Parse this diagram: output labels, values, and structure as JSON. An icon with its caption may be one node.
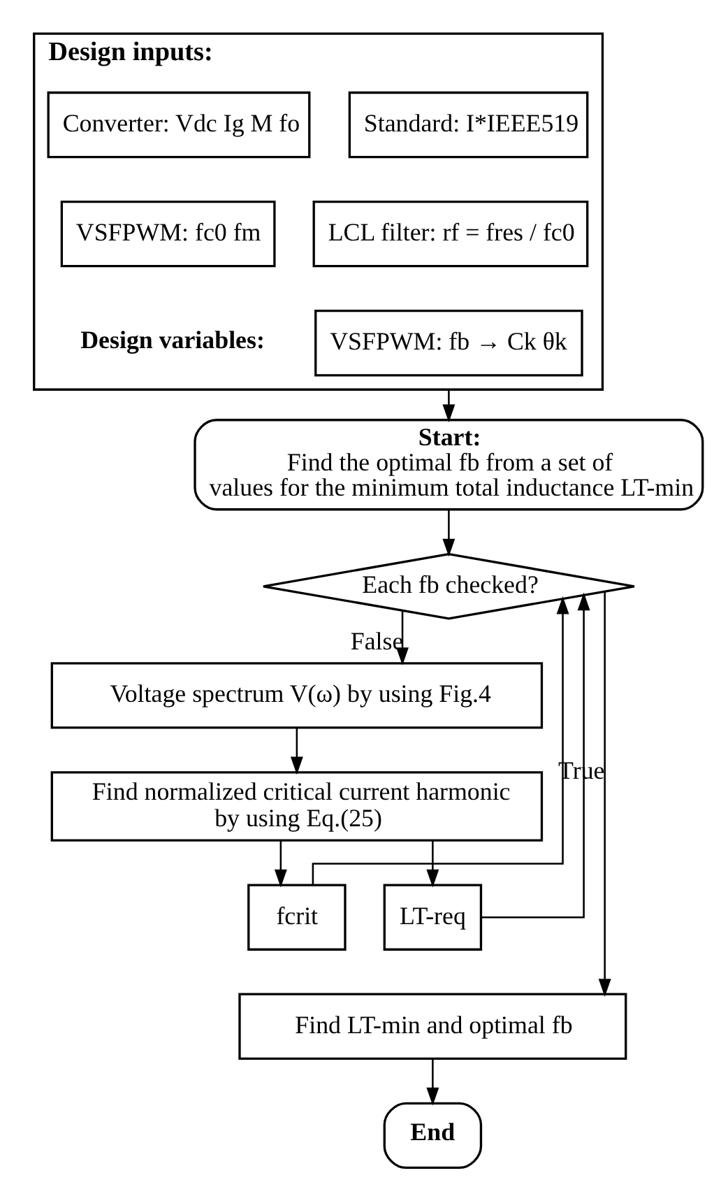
{
  "diagram": {
    "nodes": [
      {
        "text": [
          "Design inputs:"
        ]
      },
      {
        "text": [
          "Converter: Vdc Ig M fo"
        ],
        "in": 0
      },
      {
        "text": [
          "Standard: I*IEEE519"
        ],
        "in": 0
      },
      {
        "text": [
          "VSFPWM: fc0 fm"
        ],
        "in": 0
      },
      {
        "text": [
          "LCL filter: rf = fres / fc0"
        ],
        "in": 0
      },
      {
        "text": [
          "VSFPWM: fb → Ck θk"
        ],
        "in": 0
      },
      {
        "text": [
          "Start:",
          "Find the optimal fb from a set of values for the minimum total inductance LT-min"
        ]
      },
      {
        "text": [
          "Each fb checked?"
        ]
      },
      {
        "text": [
          "Voltage spectrum V(ω) by using Fig.4"
        ]
      },
      {
        "text": [
          "Find normalized critical current harmonic by using Eq.(25)"
        ]
      },
      {
        "text": [
          "fcrit"
        ]
      },
      {
        "text": [
          "LT-req"
        ]
      },
      {
        "text": [
          "Find LT-min and optimal fb"
        ]
      },
      {
        "text": [
          "End"
        ]
      }
    ],
    "edges": [
      {
        "from": 0,
        "to": 6,
        "arrow": "to"
      },
      {
        "from": 6,
        "to": 7,
        "arrow": "to"
      },
      {
        "from": 7,
        "to": 8,
        "arrow": "to",
        "label": "False"
      },
      {
        "from": 7,
        "to": 12,
        "arrow": "to",
        "label": "True"
      },
      {
        "from": 8,
        "to": 9,
        "arrow": "to"
      },
      {
        "from": 9,
        "to": 10,
        "arrow": "to"
      },
      {
        "from": 9,
        "to": 11,
        "arrow": "to"
      },
      {
        "from": 10,
        "to": 7,
        "arrow": "to"
      },
      {
        "from": 11,
        "to": 7,
        "arrow": "to"
      },
      {
        "from": 12,
        "to": 13,
        "arrow": "to"
      }
    ],
    "labels": [
      "Design variables:"
    ]
  }
}
